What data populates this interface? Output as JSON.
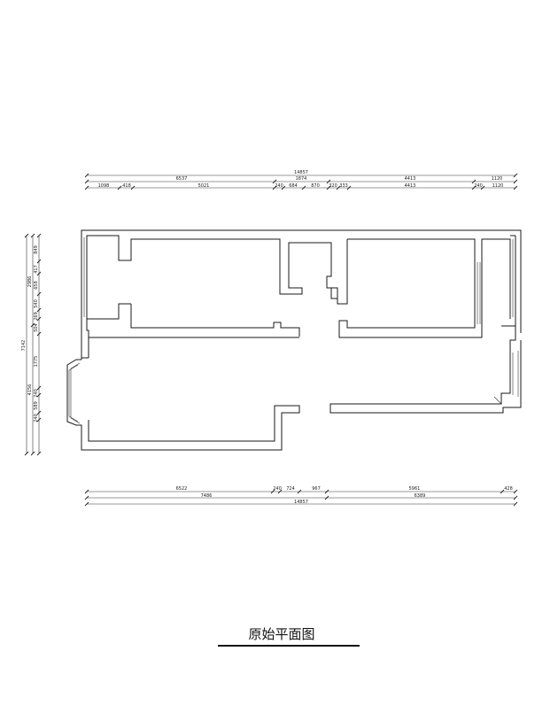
{
  "drawing_title": "原始平面图",
  "dimensions": {
    "top_total": "14857",
    "top_row1": [
      "6537",
      "1874",
      "4413",
      "1120"
    ],
    "top_row2": [
      "1098",
      "418",
      "5021",
      "240",
      "684",
      "870",
      "320",
      "333",
      "4413",
      "240",
      "1120"
    ],
    "left_total": "7142",
    "left_row1": [
      "2986",
      "4156"
    ],
    "left_row2": [
      "849",
      "417",
      "658",
      "540",
      "269",
      "504",
      "1775",
      "240",
      "589",
      "240"
    ],
    "bottom_row1": [
      "6522",
      "240",
      "724",
      "967",
      "5961",
      "428"
    ],
    "bottom_row2": [
      "7486",
      "6389"
    ],
    "bottom_total": "14857"
  }
}
